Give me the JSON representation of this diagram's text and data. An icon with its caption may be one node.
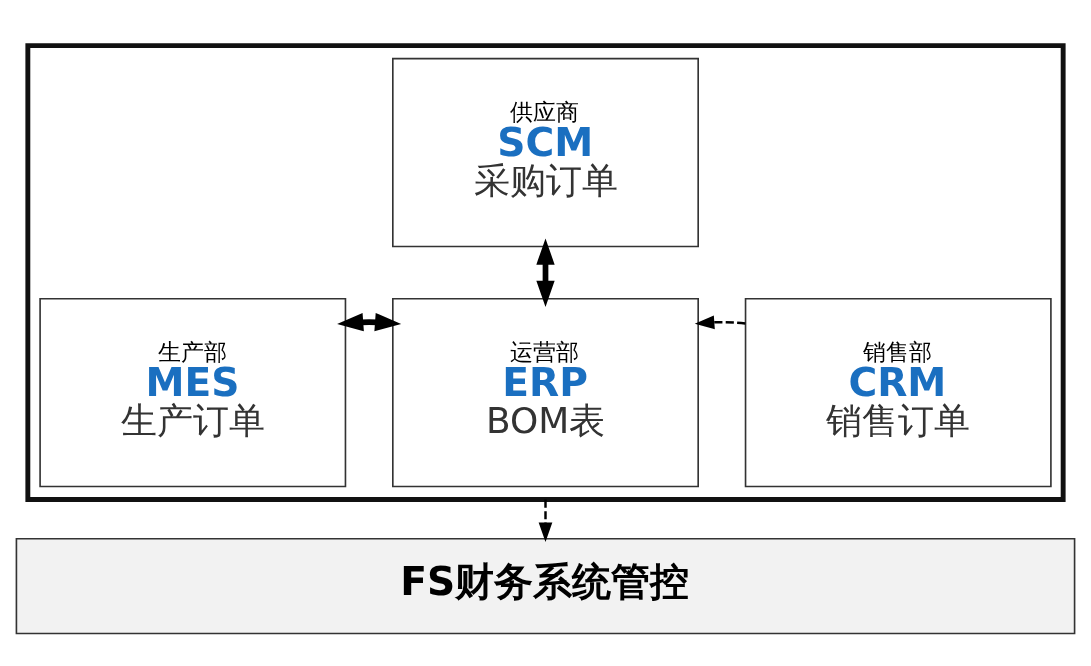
{
  "diagram": {
    "nodes": [
      {
        "text": [],
        "shape": "box"
      },
      {
        "text": [
          "供应商",
          "SCM",
          "采购订单"
        ],
        "in": 0
      },
      {
        "text": [
          "生产部",
          "MES",
          "生产订单"
        ],
        "in": 0
      },
      {
        "text": [
          "运营部",
          "ERP",
          "BOM表"
        ],
        "in": 0
      },
      {
        "text": [
          "销售部",
          "CRM",
          "销售订单"
        ],
        "in": 0
      },
      {
        "text": [
          "FS财务系统管控"
        ]
      }
    ],
    "edges": [
      {
        "from": 1,
        "to": 3,
        "arrow": "both",
        "style": "thick"
      },
      {
        "from": 2,
        "to": 3,
        "arrow": "both",
        "style": "thick"
      },
      {
        "from": 4,
        "to": 3,
        "arrow": "to",
        "style": "dashed"
      },
      {
        "from": 0,
        "to": 5,
        "arrow": "to",
        "style": "dashed"
      }
    ]
  }
}
